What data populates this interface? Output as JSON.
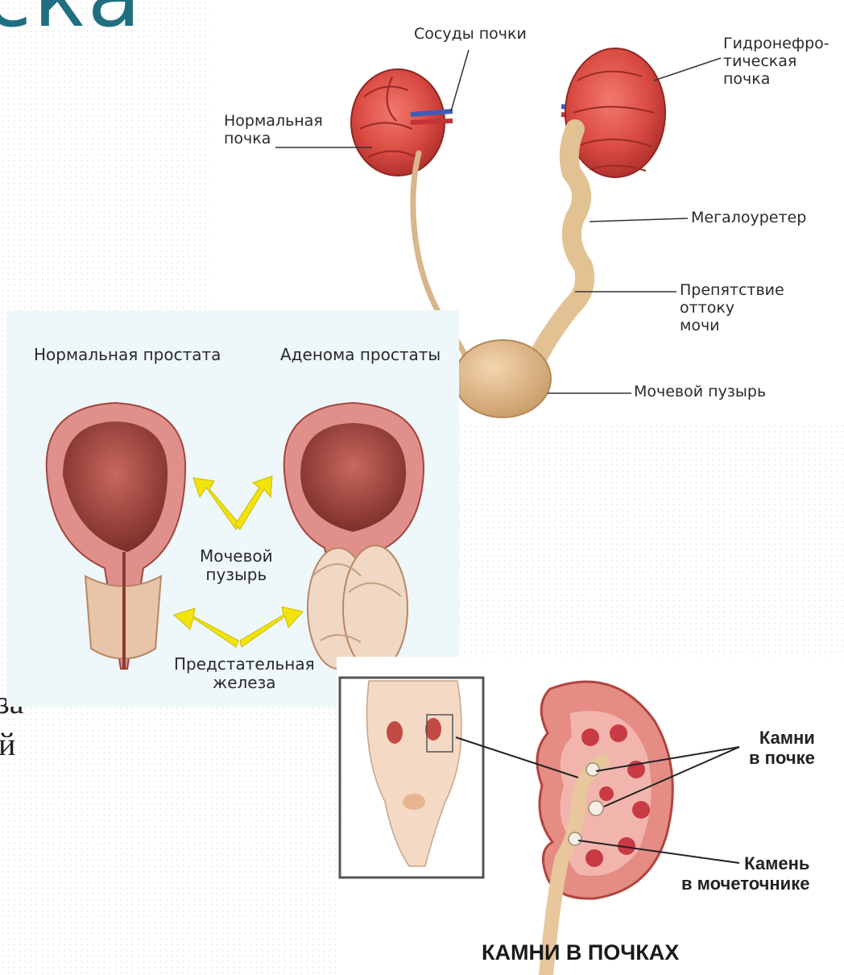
{
  "slide": {
    "title_fragment": "ска",
    "left_fragment_1": "за",
    "left_fragment_2": "й"
  },
  "kidney_panel": {
    "labels": {
      "vessels": "Сосуды почки",
      "normal": "Нормальная\nпочка",
      "hydro": "Гидронефро-\nтическая\nпочка",
      "megaloureter": "Мегалоуретер",
      "obstruction": "Препятствие\nоттоку\nмочи",
      "bladder": "Мочевой пузырь"
    }
  },
  "prostate_panel": {
    "labels": {
      "normal": "Нормальная простата",
      "adenoma": "Аденома простаты",
      "bladder": "Мочевой\nпузырь",
      "gland": "Предстательная\nжелеза"
    },
    "colors": {
      "background": "#eef7f9",
      "arrow": "#f2e40a"
    }
  },
  "stones_panel": {
    "labels": {
      "kidney_stones": "Камни\nв почке",
      "ureter_stone": "Камень\nв мочеточнике",
      "caption": "КАМНИ В ПОЧКАХ"
    }
  }
}
